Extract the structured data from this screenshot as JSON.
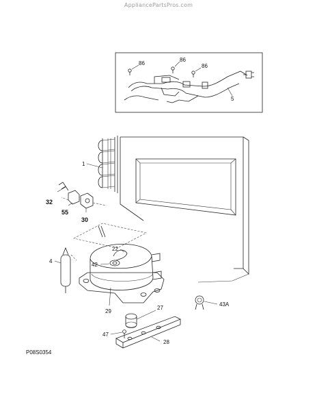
{
  "watermark": "ApplianceParts​Pros.com",
  "diagram_code": "P08S0354",
  "callouts": {
    "inset_screw_left": "86",
    "inset_screw_mid": "86",
    "inset_screw_right": "86",
    "inset_harness": "5",
    "condenser": "1",
    "relay_32": "32",
    "relay_55": "55",
    "overload_30": "30",
    "drier_4": "4",
    "grommet_22": "22",
    "terminal_42": "42",
    "compressor_29": "29",
    "clamp_43a": "43A",
    "mount_27": "27",
    "screw_47": "47",
    "bracket_28": "28"
  }
}
